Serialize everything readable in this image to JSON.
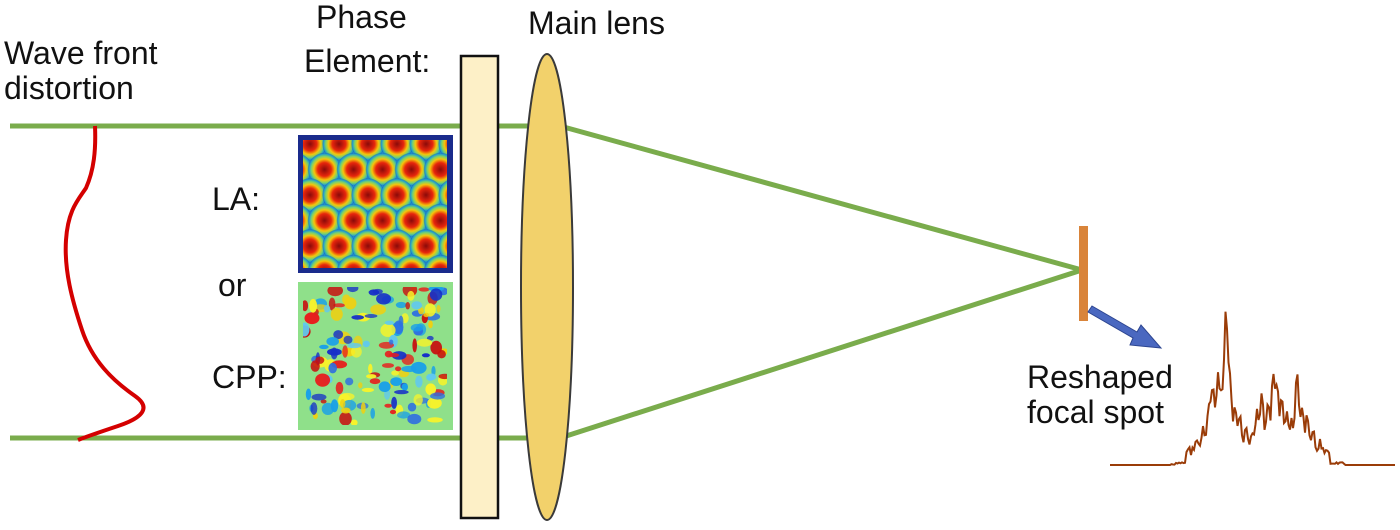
{
  "labels": {
    "wave_front_line1": "Wave front",
    "wave_front_line2": "distortion",
    "phase_line1": "Phase",
    "phase_line2": "Element:",
    "main_lens": "Main lens",
    "la": "LA:",
    "or": "or",
    "cpp": "CPP:",
    "reshaped_line1": "Reshaped",
    "reshaped_line2": "focal spot"
  },
  "colors": {
    "beam": "#7aac4c",
    "distortion_curve": "#d40000",
    "phase_plate_fill": "#fdf0c7",
    "lens_fill": "#f2d16b",
    "lens_stroke": "#3a3a3a",
    "focal_plane": "#d9843a",
    "arrow": "#4a68c0",
    "spectrum": "#9a3c08",
    "la_background": "#1a2b8c",
    "cpp_background": "#8fe08a"
  },
  "insets": {
    "la_pattern": "hexagonal-lens-array-phase-map",
    "cpp_pattern": "random-continuous-phase-plate-map"
  }
}
